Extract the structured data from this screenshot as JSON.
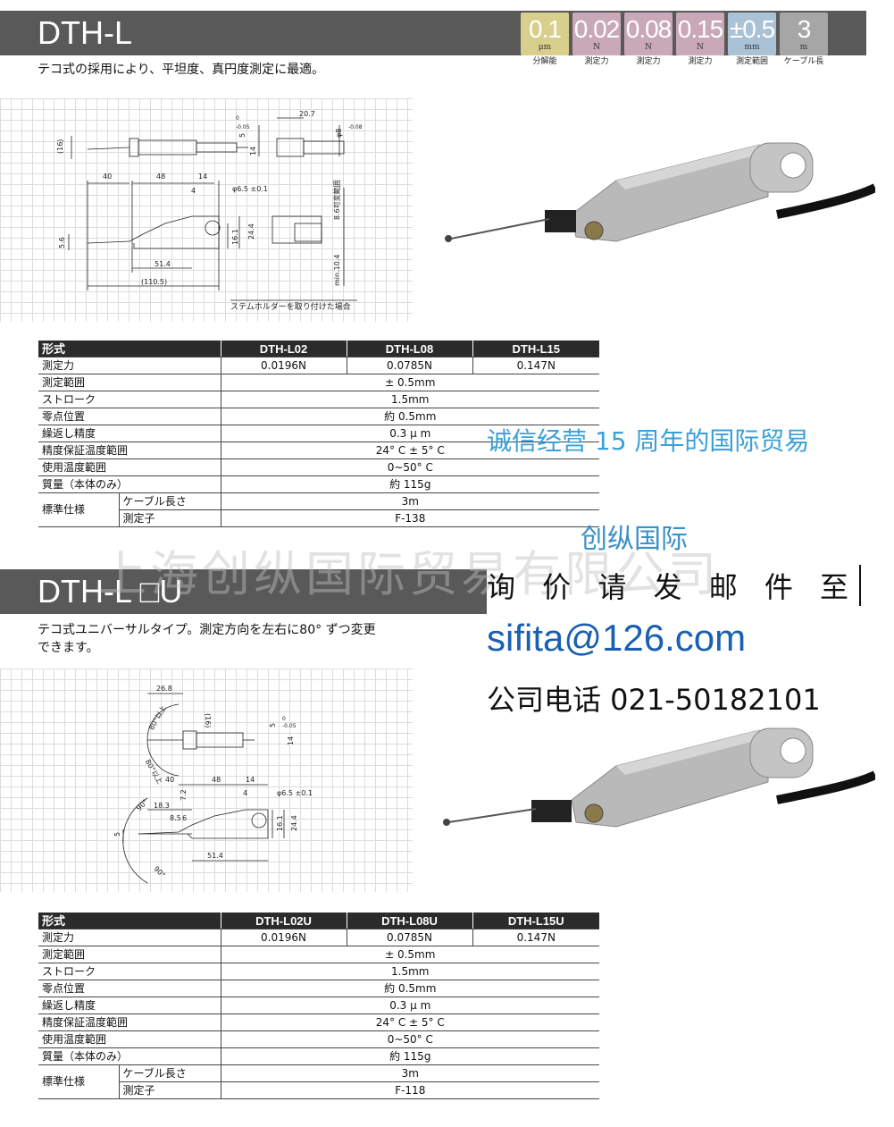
{
  "section1": {
    "title": "DTH-L",
    "subtitle": "テコ式の採用により、平坦度、真円度測定に最適。",
    "badges": [
      {
        "value": "0.1",
        "unit": "μm",
        "caption": "分解能",
        "color": "#d8cf8c"
      },
      {
        "value": "0.02",
        "unit": "N",
        "caption": "測定力",
        "color": "#c9a8b8"
      },
      {
        "value": "0.08",
        "unit": "N",
        "caption": "測定力",
        "color": "#c9a8b8"
      },
      {
        "value": "0.15",
        "unit": "N",
        "caption": "測定力",
        "color": "#c9a8b8"
      },
      {
        "value": "±0.5",
        "unit": "mm",
        "caption": "測定範囲",
        "color": "#a9c2d6"
      },
      {
        "value": "3",
        "unit": "m",
        "caption": "ケーブル長",
        "color": "#a6a6a6"
      }
    ],
    "drawing": {
      "dims": [
        "(16)",
        "20.7",
        "5",
        "14",
        "φ8",
        "40",
        "48",
        "14",
        "4",
        "φ6.5 ±0.1",
        "5.6",
        "16.1",
        "24.4",
        "51.4",
        "(110.5)",
        "8.6可変範囲",
        "min.10.4",
        "0",
        "-0.05",
        "-0.08"
      ],
      "note": "ステムホルダーを取り付けた場合"
    },
    "table": {
      "headers": [
        "形式",
        "DTH-L02",
        "DTH-L08",
        "DTH-L15"
      ],
      "force": {
        "label": "測定力",
        "values": [
          "0.0196N",
          "0.0785N",
          "0.147N"
        ]
      },
      "rows": [
        {
          "label": "測定範囲",
          "value": "± 0.5mm"
        },
        {
          "label": "ストローク",
          "value": "1.5mm"
        },
        {
          "label": "零点位置",
          "value": "約 0.5mm"
        },
        {
          "label": "繰返し精度",
          "value": "0.3 μ m"
        },
        {
          "label": "精度保証温度範囲",
          "value": "24° C ± 5° C"
        },
        {
          "label": "使用温度範囲",
          "value": "0~50° C"
        },
        {
          "label": "質量（本体のみ）",
          "value": "約 115g"
        }
      ],
      "std_label": "標準仕様",
      "std_rows": [
        {
          "label": "ケーブル長さ",
          "value": "3m"
        },
        {
          "label": "測定子",
          "value": "F-138"
        }
      ]
    }
  },
  "section2": {
    "title": "DTH-L □U",
    "subtitle_line1": "テコ式ユニバーサルタイプ。測定方向を左右に80° ずつ変更",
    "subtitle_line2": "できます。",
    "drawing": {
      "dims": [
        "26.8",
        "80°以上",
        "(16)",
        "5",
        "14",
        "80°以上",
        "40",
        "48",
        "14",
        "4",
        "φ6.5 ±0.1",
        "90°",
        "7.2",
        "18.3",
        "8.5",
        "6",
        "5",
        "16.1",
        "24.4",
        "51.4",
        "90°",
        "0",
        "-0.05"
      ]
    },
    "table": {
      "headers": [
        "形式",
        "DTH-L02U",
        "DTH-L08U",
        "DTH-L15U"
      ],
      "force": {
        "label": "測定力",
        "values": [
          "0.0196N",
          "0.0785N",
          "0.147N"
        ]
      },
      "rows": [
        {
          "label": "測定範囲",
          "value": "± 0.5mm"
        },
        {
          "label": "ストローク",
          "value": "1.5mm"
        },
        {
          "label": "零点位置",
          "value": "約 0.5mm"
        },
        {
          "label": "繰返し精度",
          "value": "0.3 μ m"
        },
        {
          "label": "精度保証温度範囲",
          "value": "24° C ± 5° C"
        },
        {
          "label": "使用温度範囲",
          "value": "0~50° C"
        },
        {
          "label": "質量（本体のみ）",
          "value": "約 115g"
        }
      ],
      "std_label": "標準仕様",
      "std_rows": [
        {
          "label": "ケーブル長さ",
          "value": "3m"
        },
        {
          "label": "測定子",
          "value": "F-118"
        }
      ]
    }
  },
  "overlay": {
    "tagline": "诚信经营 15 周年的国际贸易",
    "brand": "创纵国际",
    "watermark": "上海创纵国际贸易有限公司",
    "inquiry": "询 价 请 发 邮 件 至",
    "email": "sifita@126.com",
    "phone": "公司电话  021-50182101",
    "tagline_color": "#3aa0d8",
    "email_color": "#1a5fb4"
  }
}
